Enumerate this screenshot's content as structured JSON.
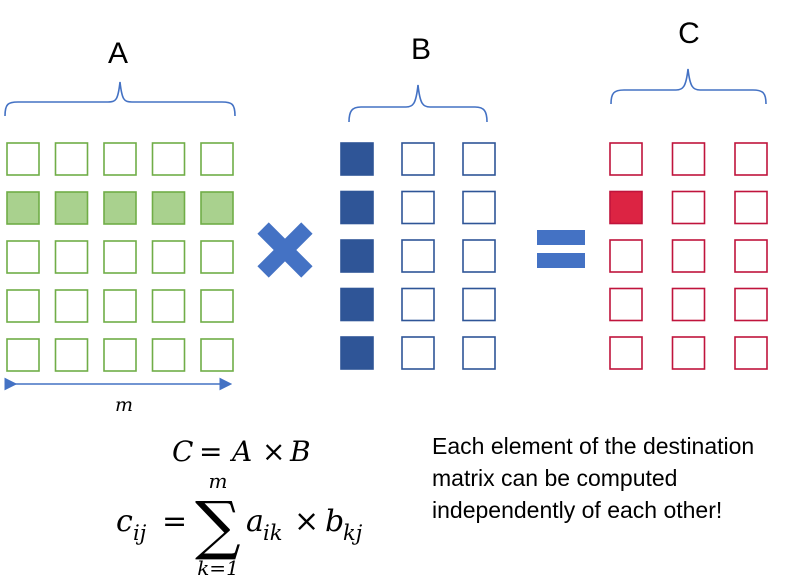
{
  "matrices": {
    "a": {
      "label": "A",
      "rows": 5,
      "cols": 5,
      "highlighted_row": 2,
      "dimension_label": "m",
      "colors": {
        "stroke": "#70ad47",
        "fill": "#a9d18e"
      }
    },
    "b": {
      "label": "B",
      "rows": 5,
      "cols": 3,
      "highlighted_col": 1,
      "colors": {
        "stroke": "#2f5597",
        "fill": "#2f5597"
      }
    },
    "c": {
      "label": "C",
      "rows": 5,
      "cols": 3,
      "highlighted_cell": [
        2,
        1
      ],
      "colors": {
        "stroke": "#c0143c",
        "fill": "#dc2443"
      }
    }
  },
  "operators": {
    "multiply_icon": "multiply-x-icon",
    "equals_icon": "equals-icon",
    "color": "#4472c4"
  },
  "accents": {
    "brace": "#4472c4",
    "arrow": "#4472c4"
  },
  "formula": {
    "matrix_product": {
      "lhs": "C",
      "eq": "=",
      "a": "A",
      "times": "×",
      "b": "B"
    },
    "element_sum": {
      "lhs": "c",
      "lhs_sub": "ij",
      "eq": "=",
      "sigma": "∑",
      "upper": "m",
      "lower": "k=1",
      "a": "a",
      "a_sub": "ik",
      "times": "×",
      "b": "b",
      "b_sub": "kj"
    }
  },
  "note": {
    "lines": [
      "Each element of the destination",
      "matrix can be computed",
      "independently of each other!"
    ]
  }
}
